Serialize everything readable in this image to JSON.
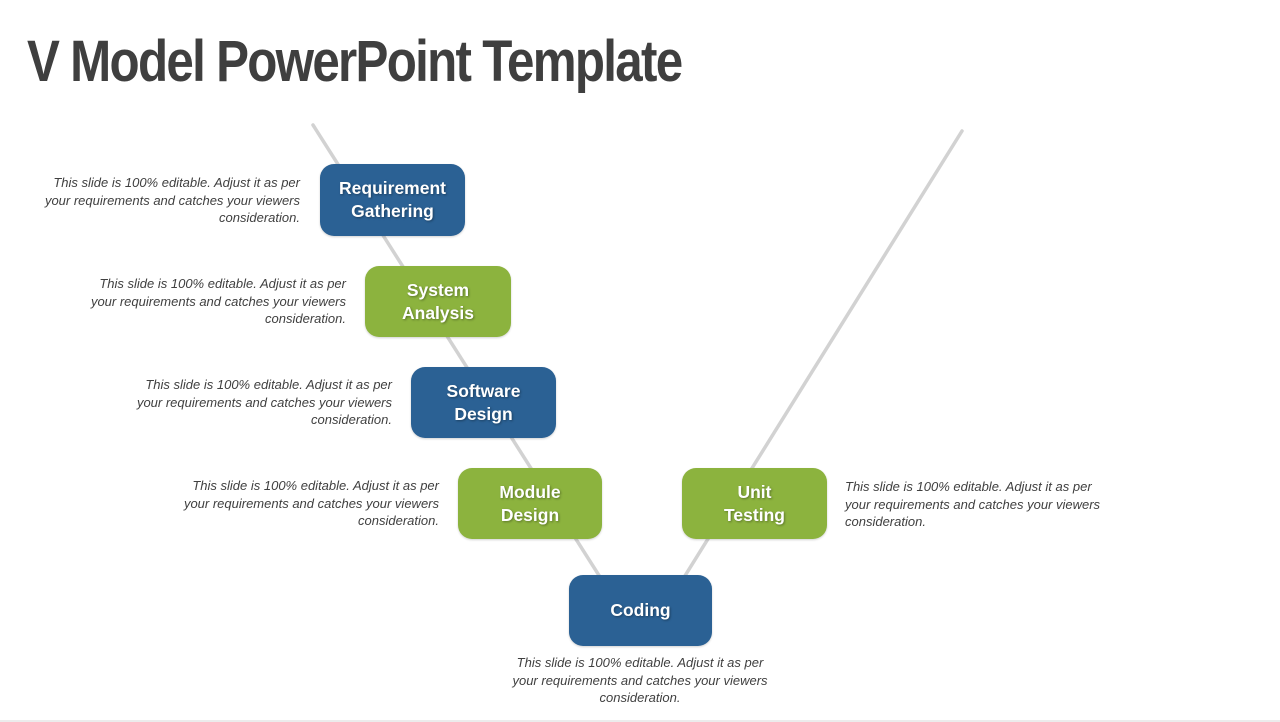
{
  "title": "V Model PowerPoint Template",
  "note_text": "This slide is 100% editable. Adjust it as per your requirements and catches your viewers consideration.",
  "colors": {
    "blue": "#2B6194",
    "green": "#8CB33E",
    "line": "#D2D2D2",
    "title": "#3F3F3F",
    "note": "#404040"
  },
  "nodes": [
    {
      "label": "Requirement\nGathering"
    },
    {
      "label": "System\nAnalysis"
    },
    {
      "label": "Software\nDesign"
    },
    {
      "label": "Module\nDesign"
    },
    {
      "label": "Coding"
    },
    {
      "label": "Unit\nTesting"
    }
  ]
}
